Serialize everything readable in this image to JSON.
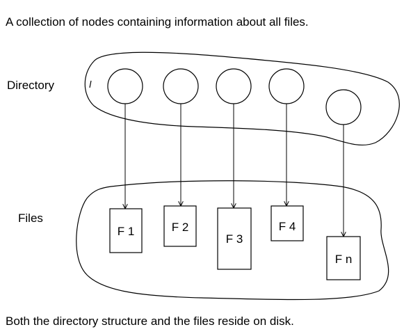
{
  "captions": {
    "top": "A collection of nodes containing information about all files.",
    "bottom": "Both the directory structure and the files reside on disk."
  },
  "diagram": {
    "directory_label": "Directory",
    "files_label": "Files",
    "directory_nodes": [
      "",
      "",
      "",
      "",
      ""
    ],
    "files": [
      {
        "label": "F 1"
      },
      {
        "label": "F 2"
      },
      {
        "label": "F 3"
      },
      {
        "label": "F 4"
      },
      {
        "label": "F n"
      }
    ],
    "colors": {
      "stroke": "#000000",
      "background": "#ffffff"
    }
  }
}
